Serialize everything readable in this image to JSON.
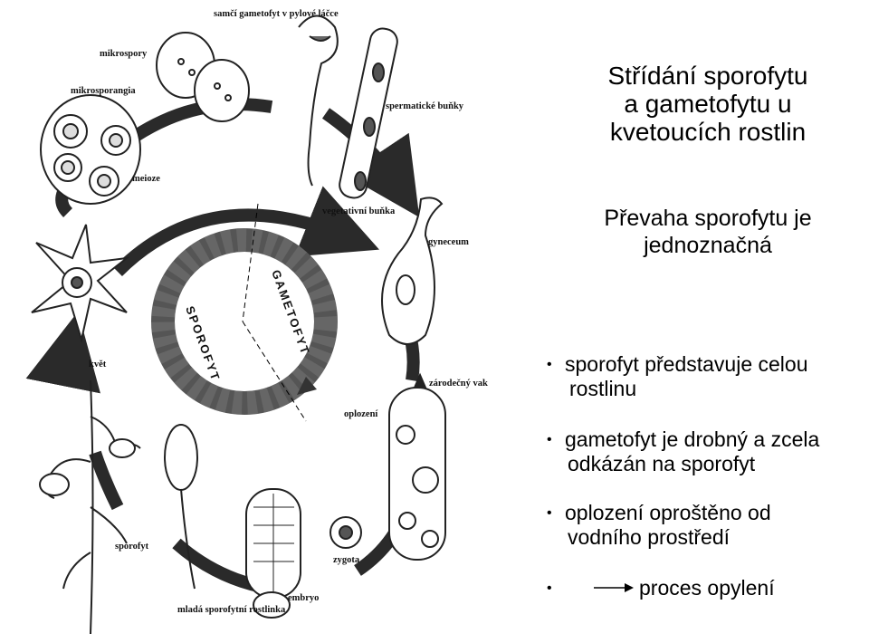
{
  "diagram": {
    "labels": {
      "male_gametophyte": "samčí gametofyt v pylové láčce",
      "microspores": "mikrospory",
      "microsporangia": "mikrosporangia",
      "meiosis": "meioze",
      "sperm_cells": "spermatické buňky",
      "vegetative_cell": "vegetativní buňka",
      "gynoecium": "gyneceum",
      "flower": "květ",
      "embryo_sac": "zárodečný vak",
      "fertilization": "oplození",
      "sporophyte": "sporofyt",
      "zygote": "zygota",
      "embryo": "embryo",
      "young_sporophyte": "mladá sporofytní rostlinka"
    },
    "ring": {
      "sporophyte": "SPOROFYT",
      "gametophyte": "GAMETOFYT"
    }
  },
  "text": {
    "title_lines": [
      "Střídání sporofytu",
      "a gametofytu u",
      "kvetoucích rostlin"
    ],
    "subtitle_lines": [
      "Převaha sporofytu je",
      "jednoznačná"
    ],
    "bullets": [
      {
        "line1": "sporofyt představuje celou",
        "line2": "rostlinu"
      },
      {
        "line1": "gametofyt je drobný a zcela",
        "line2": "odkázán na sporofyt"
      },
      {
        "line1": "oplození oproštěno od",
        "line2": "vodního prostředí"
      }
    ],
    "legend_text": "proces opylení",
    "bullet_symbol": "•"
  }
}
